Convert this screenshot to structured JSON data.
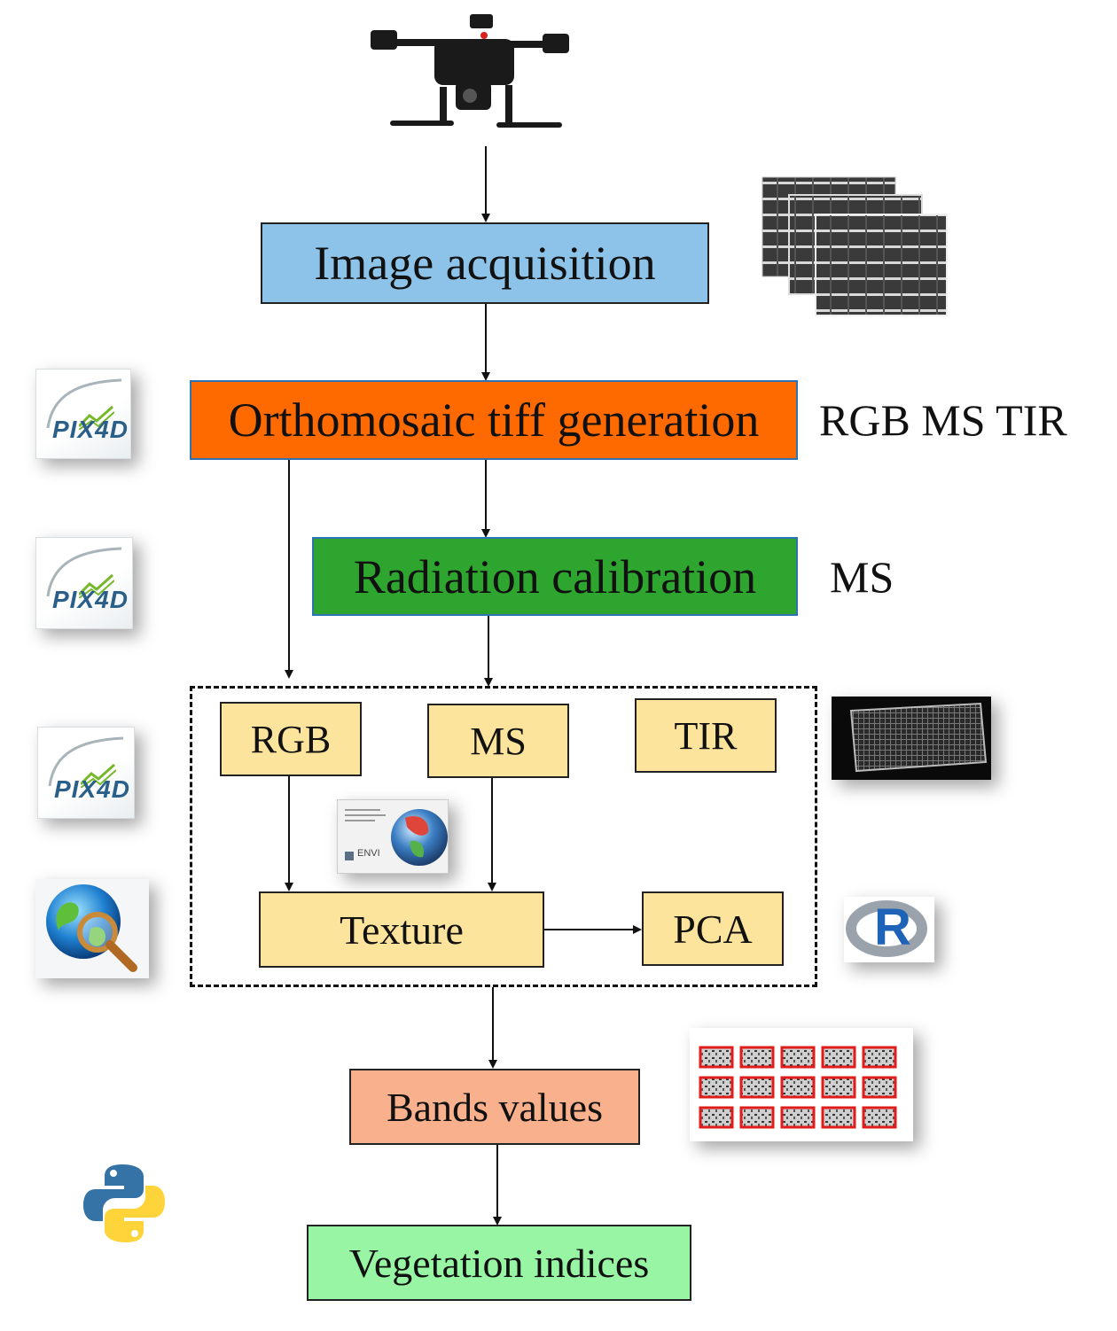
{
  "nodes": {
    "image_acquisition": "Image acquisition",
    "orthomosaic": "Orthomosaic tiff generation",
    "radiation_calibration": "Radiation calibration",
    "rgb": "RGB",
    "ms": "MS",
    "tir": "TIR",
    "texture": "Texture",
    "pca": "PCA",
    "bands_values": "Bands values",
    "vegetation_indices": "Vegetation indices"
  },
  "side_labels": {
    "orthomosaic_sensors": "RGB MS TIR",
    "radiation_sensor": "MS"
  },
  "logos": {
    "pix4d": "PIX4D",
    "envi": "ENVI",
    "r": "R"
  },
  "colors": {
    "image_acquisition": "#8dc3e8",
    "orthomosaic": "#ff6a00",
    "radiation_calibration": "#2ea52e",
    "module_boxes": "#fde49c",
    "bands_values": "#f9b08c",
    "vegetation_indices": "#98f5a4",
    "blue_border": "#2e74b5"
  },
  "icons": [
    "drone-icon",
    "image-stack-icon",
    "pix4d-logo",
    "envi-logo",
    "globe-search-icon",
    "thermal-image-icon",
    "r-logo",
    "plots-image-icon",
    "python-logo"
  ]
}
